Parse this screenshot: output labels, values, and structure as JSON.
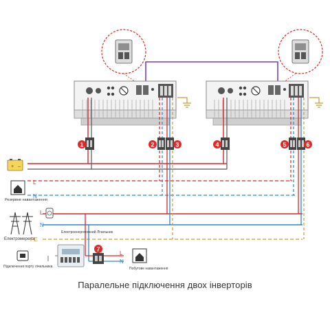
{
  "caption": "Паралельне підключення двох інверторів",
  "labels": {
    "backup_load": "Резервне навантаження",
    "grid": "Електромережа",
    "meter_port": "Підключення порту лічильника",
    "household_load": "Побутове навантаження",
    "meter": "Електроенергетичний Лічильник",
    "L": "L",
    "N": "N",
    "PE": "PE"
  },
  "markers": [
    "1",
    "2",
    "3",
    "4",
    "5",
    "6",
    "7"
  ],
  "colors": {
    "red": "#d7262b",
    "blue": "#3182c9",
    "orange": "#c89a3c",
    "purple": "#7a3fb4",
    "marker": "#e02a2a",
    "inverter": "#f2f2f2",
    "outline": "#8a8a8a"
  },
  "icons": [
    "battery-icon",
    "house-icon",
    "power-tower-icon",
    "meter-port-icon",
    "ct-clamp-icon",
    "ground-icon"
  ]
}
